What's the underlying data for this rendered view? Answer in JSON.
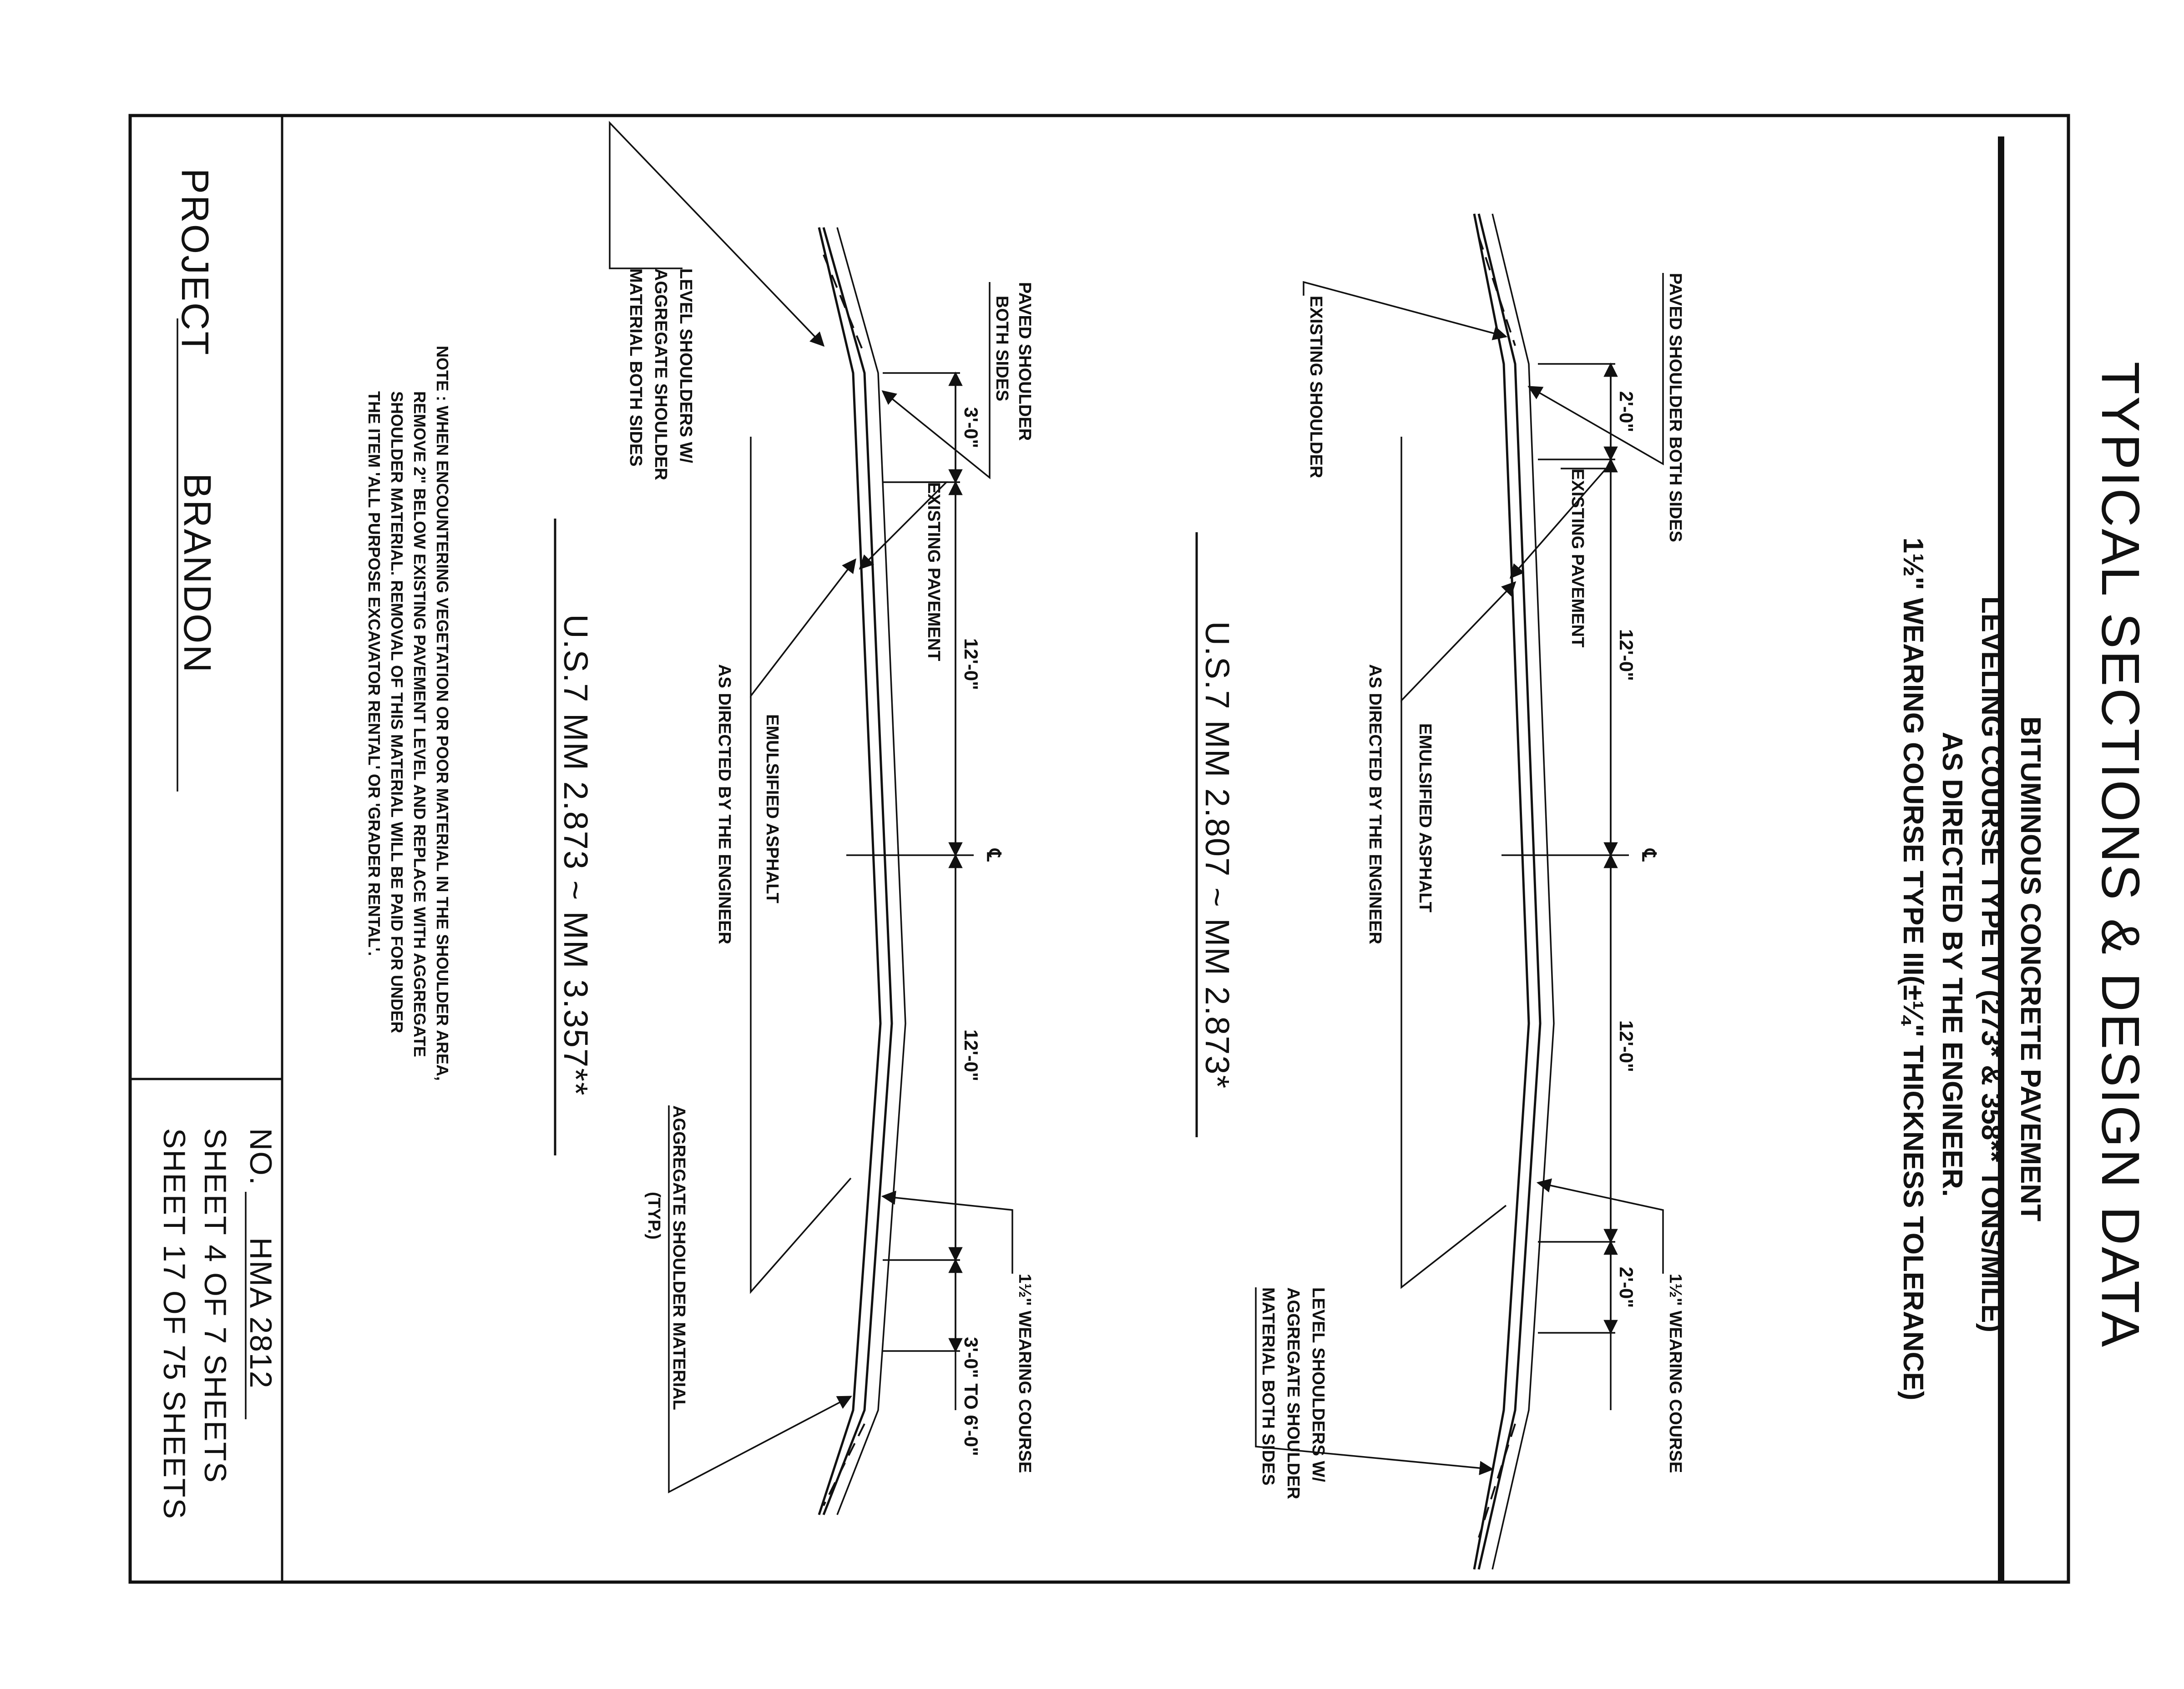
{
  "title": "TYPICAL SECTIONS & DESIGN DATA",
  "header_lines": [
    "BITUMINOUS CONCRETE PAVEMENT",
    "LEVELING COURSE TYPE IV (273* & 358** TONS/MILE)",
    "AS DIRECTED BY THE ENGINEER.",
    "1½\" WEARING COURSE TYPE III(±¼\" THICKNESS TOLERANCE)"
  ],
  "section_upper": {
    "label": "U.S.7  MM 2.807 ~ MM 2.873*",
    "paved_shoulder": "PAVED SHOULDER BOTH SIDES",
    "existing_shoulder": "EXISTING SHOULDER",
    "existing_pavement": "EXISTING PAVEMENT",
    "emulsified_1": "EMULSIFIED ASPHALT",
    "emulsified_2": "AS DIRECTED BY THE ENGINEER",
    "wearing_course": "1½\" WEARING COURSE",
    "level_1": "LEVEL SHOULDERS W/",
    "level_2": "AGGREGATE SHOULDER",
    "level_3": "MATERIAL BOTH SIDES",
    "dim_shoulder_left": "2'-0\"",
    "dim_lane_left": "12'-0\"",
    "dim_lane_right": "12'-0\"",
    "dim_shoulder_right": "2'-0\"",
    "centerline": "℄"
  },
  "section_lower": {
    "label": "U.S.7  MM 2.873 ~ MM 3.357**",
    "paved_shoulder_1": "PAVED SHOULDER",
    "paved_shoulder_2": "BOTH SIDES",
    "existing_pavement": "EXISTING PAVEMENT",
    "emulsified_1": "EMULSIFIED ASPHALT",
    "emulsified_2": "AS DIRECTED BY THE ENGINEER",
    "wearing_course": "1½\" WEARING COURSE",
    "aggregate_1": "AGGREGATE SHOULDER MATERIAL",
    "aggregate_2": "(TYP.)",
    "level_1": "LEVEL SHOULDERS W/",
    "level_2": "AGGREGATE SHOULDER",
    "level_3": "MATERIAL BOTH SIDES",
    "dim_shoulder_left": "3'-0\"",
    "dim_lane_left": "12'-0\"",
    "dim_lane_right": "12'-0\"",
    "dim_shoulder_right": "3'-0\" TO 6'-0\"",
    "centerline": "℄"
  },
  "note": [
    "NOTE : WHEN ENCOUNTERING VEGETATION OR POOR MATERIAL IN THE SHOULDER AREA,",
    "REMOVE 2\" BELOW EXISTING PAVEMENT LEVEL AND REPLACE WITH AGGREGATE",
    "SHOULDER MATERIAL. REMOVAL OF THIS MATERIAL WILL BE PAID FOR UNDER",
    "THE ITEM 'ALL PURPOSE EXCAVATOR RENTAL' OR 'GRADER RENTAL'."
  ],
  "project_label": "PROJECT",
  "project_name": "BRANDON",
  "no_label": "NO.",
  "no_value": "HMA 2812",
  "sheet_1": "SHEET 4 OF 7 SHEETS",
  "sheet_2": "SHEET 17 OF 75 SHEETS"
}
